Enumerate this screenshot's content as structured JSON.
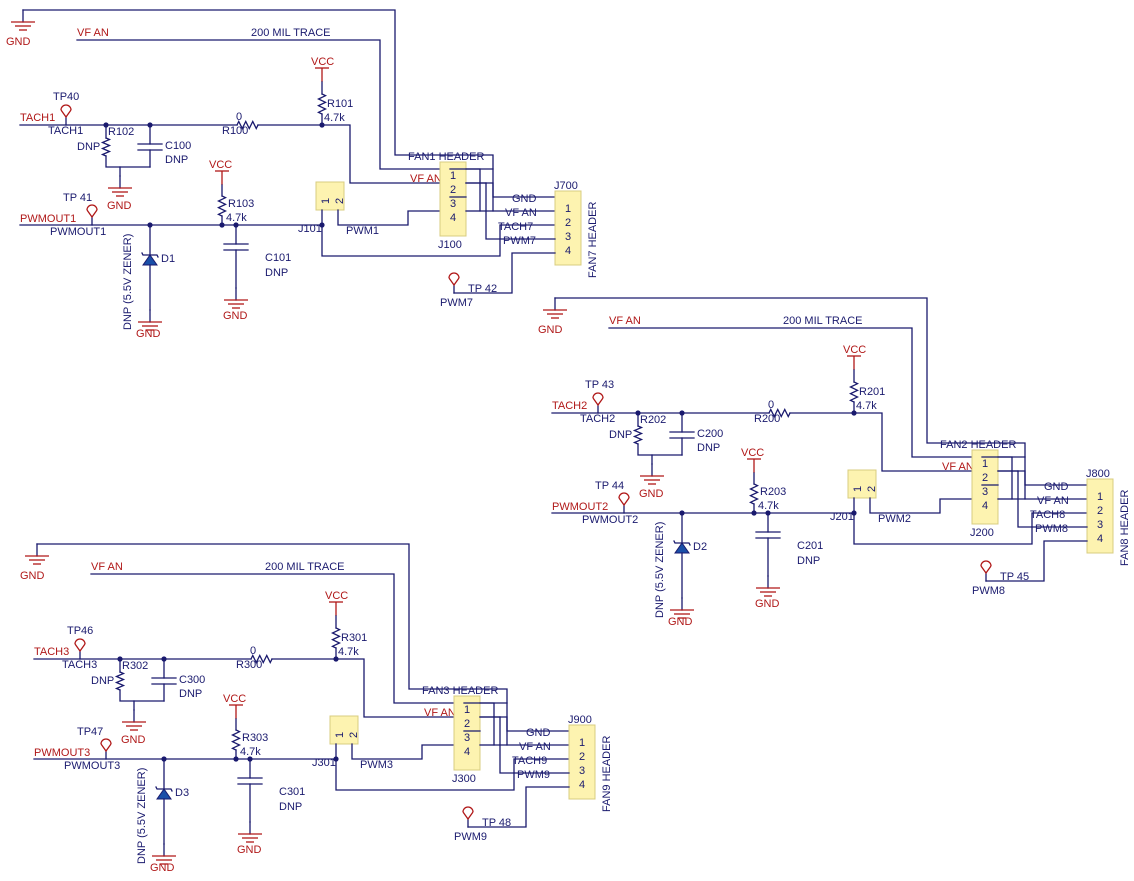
{
  "blocks": [
    {
      "gnd_top": "GND",
      "vf_label": "VF AN",
      "trace_label": "200  MIL  TRACE",
      "vcc1": "VCC",
      "r_pull": "R101",
      "r_pull_val": "4.7k",
      "tp_tach": "TP40",
      "tach_net": "TACH1",
      "tach_local": "TACH1",
      "r_tach": "R102",
      "r_tach_val": "DNP",
      "c_tach": "C100",
      "c_tach_val": "DNP",
      "gnd_tach": "GND",
      "r_series": "R100",
      "r_series_val": "0",
      "vcc2": "VCC",
      "r_pwm_pull": "R103",
      "r_pwm_pull_val": "4.7k",
      "tp_pwm": "TP 41",
      "pwm_net": "PWMOUT1",
      "pwm_local": "PWMOUT1",
      "diode": "D1",
      "diode_note": "DNP (5.5V ZENER)",
      "gnd_diode": "GND",
      "c_pwm": "C101",
      "c_pwm_val": "DNP",
      "gnd_cap": "GND",
      "jumper": "J101",
      "jumper_pin1": "1",
      "jumper_pin2": "2",
      "pwm_wire": "PWM1",
      "hdr_title": "FAN1  HEADER",
      "hdr_ref": "J100",
      "hdr_vf": "VF AN",
      "pins": [
        "1",
        "2",
        "3",
        "4"
      ],
      "fan_ref": "J700",
      "fan_title": "FAN7 HEADER",
      "fan_gnd": "GND",
      "fan_vf": "VF AN",
      "fan_tach": "TACH7",
      "fan_pwm": "PWM7",
      "tp_fan": "TP 42",
      "tp_fan_net": "PWM7"
    },
    {
      "gnd_top": "GND",
      "vf_label": "VF AN",
      "trace_label": "200  MIL  TRACE",
      "vcc1": "VCC",
      "r_pull": "R201",
      "r_pull_val": "4.7k",
      "tp_tach": "TP 43",
      "tach_net": "TACH2",
      "tach_local": "TACH2",
      "r_tach": "R202",
      "r_tach_val": "DNP",
      "c_tach": "C200",
      "c_tach_val": "DNP",
      "gnd_tach": "GND",
      "r_series": "R200",
      "r_series_val": "0",
      "vcc2": "VCC",
      "r_pwm_pull": "R203",
      "r_pwm_pull_val": "4.7k",
      "tp_pwm": "TP 44",
      "pwm_net": "PWMOUT2",
      "pwm_local": "PWMOUT2",
      "diode": "D2",
      "diode_note": "DNP (5.5V ZENER)",
      "gnd_diode": "GND",
      "c_pwm": "C201",
      "c_pwm_val": "DNP",
      "gnd_cap": "GND",
      "jumper": "J201",
      "jumper_pin1": "1",
      "jumper_pin2": "2",
      "pwm_wire": "PWM2",
      "hdr_title": "FAN2  HEADER",
      "hdr_ref": "J200",
      "hdr_vf": "VF AN",
      "pins": [
        "1",
        "2",
        "3",
        "4"
      ],
      "fan_ref": "J800",
      "fan_title": "FAN8 HEADER",
      "fan_gnd": "GND",
      "fan_vf": "VF AN",
      "fan_tach": "TACH8",
      "fan_pwm": "PWM8",
      "tp_fan": "TP 45",
      "tp_fan_net": "PWM8"
    },
    {
      "gnd_top": "GND",
      "vf_label": "VF AN",
      "trace_label": "200  MIL  TRACE",
      "vcc1": "VCC",
      "r_pull": "R301",
      "r_pull_val": "4.7k",
      "tp_tach": "TP46",
      "tach_net": "TACH3",
      "tach_local": "TACH3",
      "r_tach": "R302",
      "r_tach_val": "DNP",
      "c_tach": "C300",
      "c_tach_val": "DNP",
      "gnd_tach": "GND",
      "r_series": "R300",
      "r_series_val": "0",
      "vcc2": "VCC",
      "r_pwm_pull": "R303",
      "r_pwm_pull_val": "4.7k",
      "tp_pwm": "TP47",
      "pwm_net": "PWMOUT3",
      "pwm_local": "PWMOUT3",
      "diode": "D3",
      "diode_note": "DNP (5.5V ZENER)",
      "gnd_diode": "GND",
      "c_pwm": "C301",
      "c_pwm_val": "DNP",
      "gnd_cap": "GND",
      "jumper": "J301",
      "jumper_pin1": "1",
      "jumper_pin2": "2",
      "pwm_wire": "PWM3",
      "hdr_title": "FAN3  HEADER",
      "hdr_ref": "J300",
      "hdr_vf": "VF AN",
      "pins": [
        "1",
        "2",
        "3",
        "4"
      ],
      "fan_ref": "J900",
      "fan_title": "FAN9 HEADER",
      "fan_gnd": "GND",
      "fan_vf": "VF AN",
      "fan_tach": "TACH9",
      "fan_pwm": "PWM9",
      "tp_fan": "TP 48",
      "tp_fan_net": "PWM9"
    }
  ],
  "colors": {
    "net_label": "#b01818",
    "wire": "#1a1a6e",
    "header_fill": "#fdf3b0"
  }
}
